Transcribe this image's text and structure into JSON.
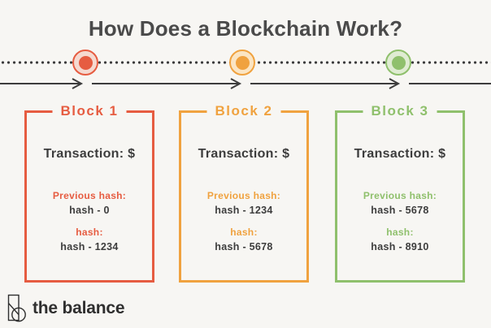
{
  "title": "How Does a Blockchain Work?",
  "timeline": {
    "line_color": "#3d3d3d",
    "nodes": [
      {
        "name": "node-block-1",
        "color": "#e65c41",
        "fill_color": "#f5d9d0"
      },
      {
        "name": "node-block-2",
        "color": "#f0a23f",
        "fill_color": "#fbe5c3"
      },
      {
        "name": "node-block-3",
        "color": "#8fc06c",
        "fill_color": "#dfecd2"
      }
    ]
  },
  "blocks": [
    {
      "label": "Block 1",
      "transaction_label": "Transaction: $",
      "previous_hash_label": "Previous hash:",
      "previous_hash_value": "hash - 0",
      "hash_label": "hash:",
      "hash_value": "hash - 1234",
      "accent_color": "#e65c41"
    },
    {
      "label": "Block 2",
      "transaction_label": "Transaction: $",
      "previous_hash_label": "Previous hash:",
      "previous_hash_value": "hash - 1234",
      "hash_label": "hash:",
      "hash_value": "hash - 5678",
      "accent_color": "#f0a23f"
    },
    {
      "label": "Block 3",
      "transaction_label": "Transaction: $",
      "previous_hash_label": "Previous hash:",
      "previous_hash_value": "hash - 5678",
      "hash_label": "hash:",
      "hash_value": "hash - 8910",
      "accent_color": "#8fc06c"
    }
  ],
  "footer": {
    "brand_name": "the balance"
  }
}
